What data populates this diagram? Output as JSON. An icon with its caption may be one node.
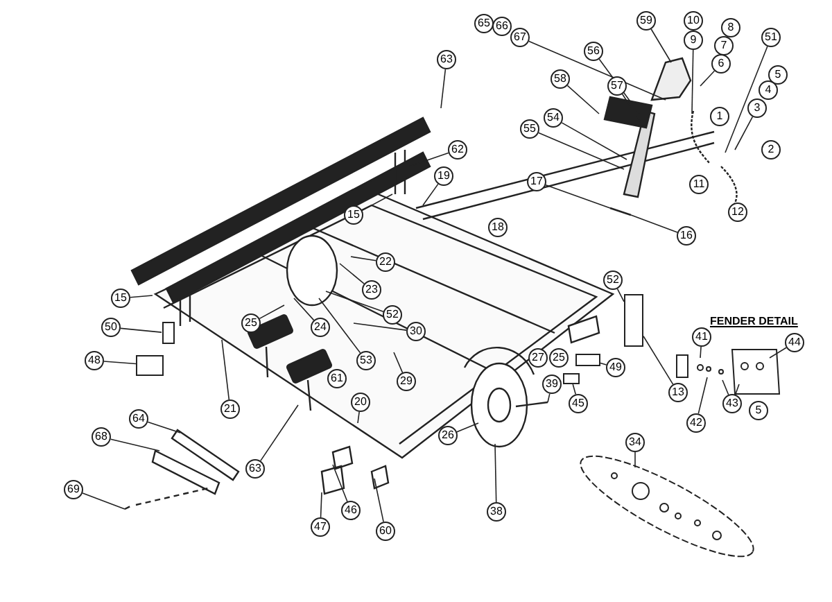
{
  "diagram": {
    "nodes": [
      {
        "text": [
          "65"
        ]
      },
      {
        "text": [
          "66"
        ]
      },
      {
        "text": [
          "67"
        ]
      },
      {
        "text": [
          "59"
        ]
      },
      {
        "text": [
          "10"
        ]
      },
      {
        "text": [
          "9"
        ]
      },
      {
        "text": [
          "8"
        ]
      },
      {
        "text": [
          "7"
        ]
      },
      {
        "text": [
          "6"
        ]
      },
      {
        "text": [
          "51"
        ]
      },
      {
        "text": [
          "63"
        ]
      },
      {
        "text": [
          "56"
        ]
      },
      {
        "text": [
          "5"
        ]
      },
      {
        "text": [
          "58"
        ]
      },
      {
        "text": [
          "57"
        ]
      },
      {
        "text": [
          "4"
        ]
      },
      {
        "text": [
          "3"
        ]
      },
      {
        "text": [
          "54"
        ]
      },
      {
        "text": [
          "1"
        ]
      },
      {
        "text": [
          "55"
        ]
      },
      {
        "text": [
          "2"
        ]
      },
      {
        "text": [
          "62"
        ]
      },
      {
        "text": [
          "19"
        ]
      },
      {
        "text": [
          "17"
        ]
      },
      {
        "text": [
          "11"
        ]
      },
      {
        "text": [
          "15"
        ]
      },
      {
        "text": [
          "12"
        ]
      },
      {
        "text": [
          "18"
        ]
      },
      {
        "text": [
          "16"
        ]
      },
      {
        "text": [
          "22"
        ]
      },
      {
        "text": [
          "52"
        ]
      },
      {
        "text": [
          "23"
        ]
      },
      {
        "text": [
          "15"
        ]
      },
      {
        "text": [
          "52"
        ]
      },
      {
        "text": [
          "25"
        ]
      },
      {
        "text": [
          "24"
        ]
      },
      {
        "text": [
          "50"
        ]
      },
      {
        "text": [
          "30"
        ]
      },
      {
        "text": [
          "41"
        ]
      },
      {
        "text": [
          "44"
        ]
      },
      {
        "text": [
          "27"
        ]
      },
      {
        "text": [
          "25"
        ]
      },
      {
        "text": [
          "48"
        ]
      },
      {
        "text": [
          "53"
        ]
      },
      {
        "text": [
          "49"
        ]
      },
      {
        "text": [
          "61"
        ]
      },
      {
        "text": [
          "29"
        ]
      },
      {
        "text": [
          "39"
        ]
      },
      {
        "text": [
          "13"
        ]
      },
      {
        "text": [
          "20"
        ]
      },
      {
        "text": [
          "43"
        ]
      },
      {
        "text": [
          "45"
        ]
      },
      {
        "text": [
          "21"
        ]
      },
      {
        "text": [
          "5"
        ]
      },
      {
        "text": [
          "64"
        ]
      },
      {
        "text": [
          "42"
        ]
      },
      {
        "text": [
          "26"
        ]
      },
      {
        "text": [
          "68"
        ]
      },
      {
        "text": [
          "34"
        ]
      },
      {
        "text": [
          "63"
        ]
      },
      {
        "text": [
          "69"
        ]
      },
      {
        "text": [
          "46"
        ]
      },
      {
        "text": [
          "38"
        ]
      },
      {
        "text": [
          "47"
        ]
      },
      {
        "text": [
          "60"
        ]
      },
      {
        "text": [],
        "shape": "box"
      },
      {
        "text": [],
        "shape": "box"
      },
      {
        "text": [],
        "shape": "box"
      },
      {
        "text": [],
        "shape": "box"
      },
      {
        "text": [],
        "shape": "box"
      }
    ],
    "edges": [
      {
        "from": 2,
        "to": null,
        "arrow": "none"
      },
      {
        "from": 3,
        "to": null,
        "arrow": "none"
      },
      {
        "from": 5,
        "to": null,
        "arrow": "none"
      },
      {
        "from": 8,
        "to": null,
        "arrow": "none"
      },
      {
        "from": 9,
        "to": null,
        "arrow": "none"
      },
      {
        "from": 16,
        "to": null,
        "arrow": "none"
      },
      {
        "from": 10,
        "to": null,
        "arrow": "none"
      },
      {
        "from": 11,
        "to": null,
        "arrow": "none"
      },
      {
        "from": 14,
        "to": null,
        "arrow": "none"
      },
      {
        "from": 13,
        "to": null,
        "arrow": "none"
      },
      {
        "from": 17,
        "to": null,
        "arrow": "none"
      },
      {
        "from": 19,
        "to": null,
        "arrow": "none"
      },
      {
        "from": 21,
        "to": null,
        "arrow": "none"
      },
      {
        "from": 22,
        "to": null,
        "arrow": "none"
      },
      {
        "from": 23,
        "to": null,
        "arrow": "none"
      },
      {
        "from": 28,
        "to": null,
        "arrow": "none"
      },
      {
        "from": 25,
        "to": null,
        "arrow": "none"
      },
      {
        "from": 29,
        "to": null,
        "arrow": "none"
      },
      {
        "from": 31,
        "to": null,
        "arrow": "none"
      },
      {
        "from": 33,
        "to": null,
        "arrow": "none"
      },
      {
        "from": 35,
        "to": null,
        "arrow": "none"
      },
      {
        "from": 43,
        "to": null,
        "arrow": "none"
      },
      {
        "from": 37,
        "to": null,
        "arrow": "none"
      },
      {
        "from": 34,
        "to": null,
        "arrow": "none"
      },
      {
        "from": 32,
        "to": null,
        "arrow": "none"
      },
      {
        "from": 36,
        "to": 66,
        "arrow": "none"
      },
      {
        "from": 42,
        "to": 67,
        "arrow": "none"
      },
      {
        "from": 52,
        "to": null,
        "arrow": "none"
      },
      {
        "from": 46,
        "to": null,
        "arrow": "none"
      },
      {
        "from": 49,
        "to": null,
        "arrow": "none"
      },
      {
        "from": 30,
        "to": 69,
        "arrow": "none"
      },
      {
        "from": 44,
        "to": 68,
        "arrow": "none"
      },
      {
        "from": 47,
        "to": null,
        "arrow": "none"
      },
      {
        "from": 51,
        "to": 65,
        "arrow": "none"
      },
      {
        "from": 48,
        "to": 69,
        "arrow": "none"
      },
      {
        "from": 38,
        "to": null,
        "arrow": "none"
      },
      {
        "from": 55,
        "to": null,
        "arrow": "none"
      },
      {
        "from": 50,
        "to": null,
        "arrow": "none"
      },
      {
        "from": 50,
        "to": null,
        "arrow": "none"
      },
      {
        "from": 39,
        "to": null,
        "arrow": "none"
      },
      {
        "from": 54,
        "to": null,
        "arrow": "none"
      },
      {
        "from": 57,
        "to": null,
        "arrow": "none"
      },
      {
        "from": 60,
        "to": null,
        "arrow": "none"
      },
      {
        "from": 59,
        "to": null,
        "arrow": "none"
      },
      {
        "from": 63,
        "to": null,
        "arrow": "none"
      },
      {
        "from": 61,
        "to": null,
        "arrow": "none"
      },
      {
        "from": 64,
        "to": null,
        "arrow": "none"
      },
      {
        "from": 56,
        "to": null,
        "arrow": "none"
      },
      {
        "from": 62,
        "to": null,
        "arrow": "none"
      },
      {
        "from": 58,
        "to": null,
        "arrow": "none"
      }
    ],
    "labels": [
      "FENDER DETAIL"
    ]
  }
}
